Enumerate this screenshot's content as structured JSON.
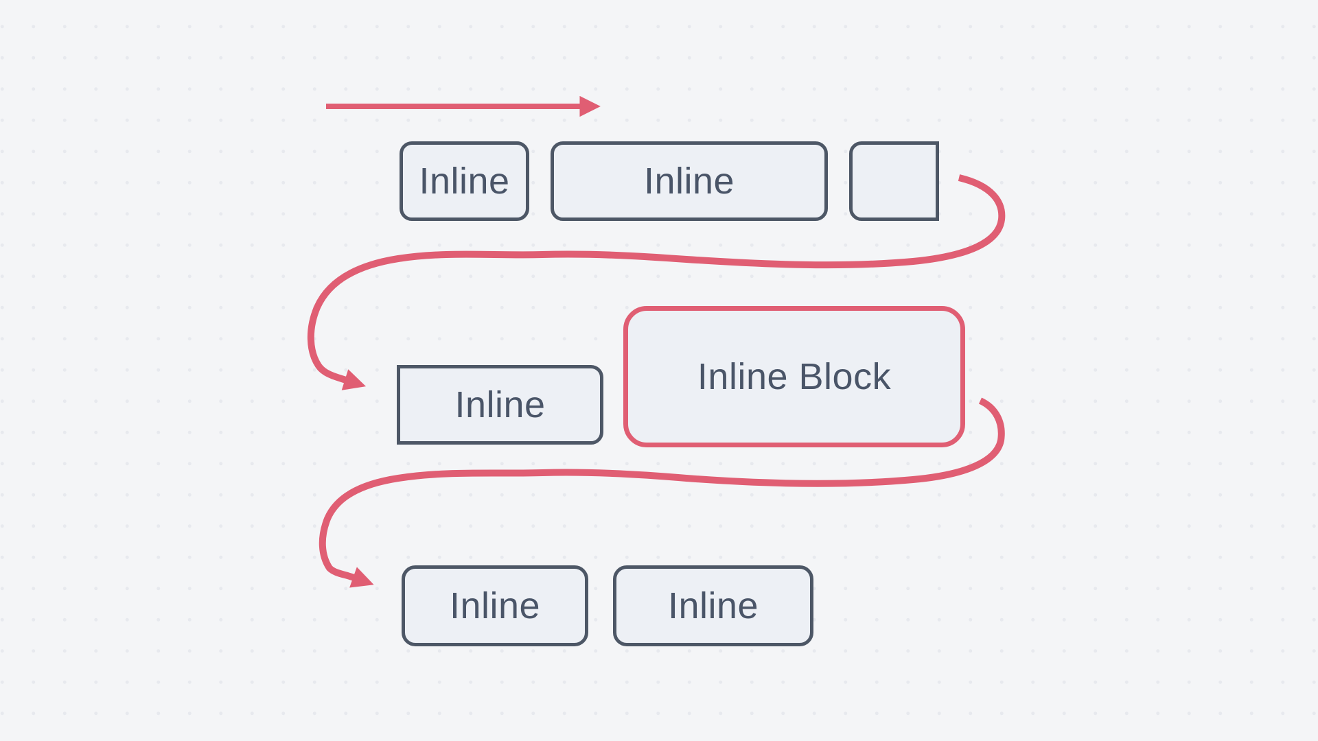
{
  "diagram": {
    "kind": "css-inline-flow-diagram",
    "rows": [
      {
        "boxes": [
          {
            "label": "Inline",
            "type": "inline"
          },
          {
            "label": "Inline",
            "type": "inline"
          },
          {
            "label": "",
            "type": "inline-wrapped-fragment"
          }
        ]
      },
      {
        "boxes": [
          {
            "label": "Inline",
            "type": "inline-continued-fragment"
          },
          {
            "label": "Inline Block",
            "type": "inline-block"
          }
        ]
      },
      {
        "boxes": [
          {
            "label": "Inline",
            "type": "inline"
          },
          {
            "label": "Inline",
            "type": "inline"
          }
        ]
      }
    ],
    "arrows": [
      {
        "name": "reading-direction-arrow",
        "description": "straight left-to-right arrow above first line"
      },
      {
        "name": "wrap-arrow-line1-to-line2",
        "description": "curved arrow wrapping from end of line 1 to start of line 2"
      },
      {
        "name": "wrap-arrow-line2-to-line3",
        "description": "curved arrow wrapping from end of line 2 to start of line 3"
      }
    ]
  },
  "colors": {
    "background": "#f4f5f7",
    "grid_dot": "#e7e9ee",
    "box_fill": "#edf0f5",
    "box_border": "#4d5766",
    "label_text": "#4a5568",
    "accent_red": "#e05e73"
  }
}
